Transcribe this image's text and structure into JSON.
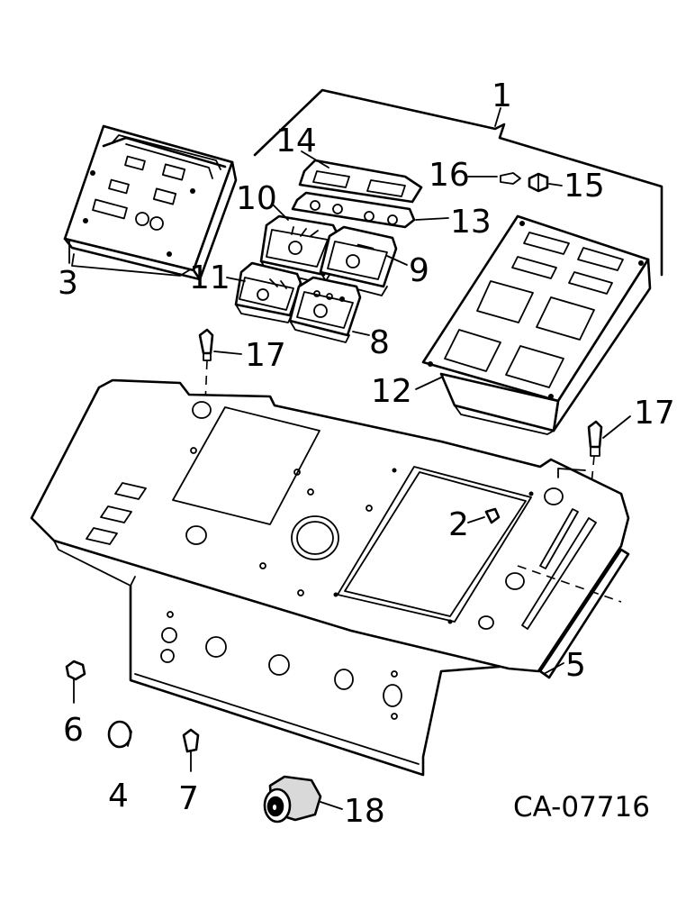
{
  "diagram": {
    "callouts": [
      {
        "id": "1",
        "text": "1"
      },
      {
        "id": "2",
        "text": "2"
      },
      {
        "id": "3",
        "text": "3"
      },
      {
        "id": "4",
        "text": "4"
      },
      {
        "id": "5",
        "text": "5"
      },
      {
        "id": "6",
        "text": "6"
      },
      {
        "id": "7",
        "text": "7"
      },
      {
        "id": "8",
        "text": "8"
      },
      {
        "id": "9",
        "text": "9"
      },
      {
        "id": "10",
        "text": "10"
      },
      {
        "id": "11",
        "text": "11"
      },
      {
        "id": "12",
        "text": "12"
      },
      {
        "id": "13",
        "text": "13"
      },
      {
        "id": "14",
        "text": "14"
      },
      {
        "id": "15",
        "text": "15"
      },
      {
        "id": "16",
        "text": "16"
      },
      {
        "id": "17a",
        "text": "17"
      },
      {
        "id": "17b",
        "text": "17"
      },
      {
        "id": "18",
        "text": "18"
      }
    ],
    "drawing_code": "CA-07716"
  }
}
